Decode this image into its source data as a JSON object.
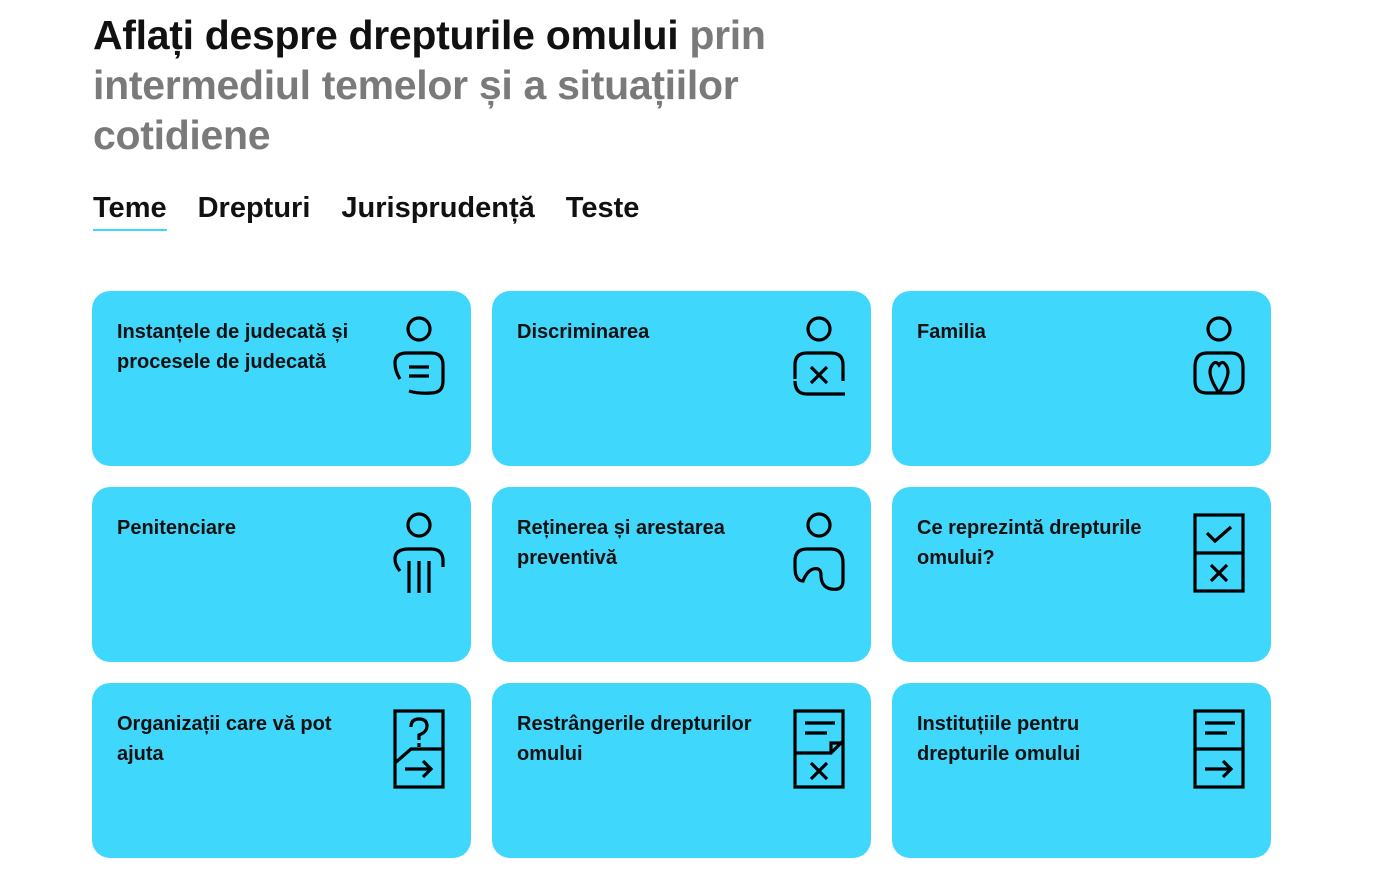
{
  "header": {
    "title_dark": "Aflați despre drepturile omului",
    "title_grey": "prin intermediul temelor și a situațiilor cotidiene"
  },
  "tabs": [
    {
      "label": "Teme",
      "active": true
    },
    {
      "label": "Drepturi",
      "active": false
    },
    {
      "label": "Jurisprudență",
      "active": false
    },
    {
      "label": "Teste",
      "active": false
    }
  ],
  "accent_color": "#40d7fc",
  "cards": [
    {
      "label": "Instanțele de judecată și procesele de judecată",
      "icon": "person-speech-icon"
    },
    {
      "label": "Discriminarea",
      "icon": "person-cross-icon"
    },
    {
      "label": "Familia",
      "icon": "person-heart-icon"
    },
    {
      "label": "Penitenciare",
      "icon": "person-bars-icon"
    },
    {
      "label": "Reținerea și arestarea preventivă",
      "icon": "person-restrained-icon"
    },
    {
      "label": "Ce reprezintă drepturile omului?",
      "icon": "check-cross-icon"
    },
    {
      "label": "Organizații care vă pot ajuta",
      "icon": "question-arrow-icon"
    },
    {
      "label": "Restrângerile drepturilor omului",
      "icon": "document-cross-icon"
    },
    {
      "label": "Instituțiile pentru drepturile omului",
      "icon": "document-arrow-icon"
    }
  ]
}
